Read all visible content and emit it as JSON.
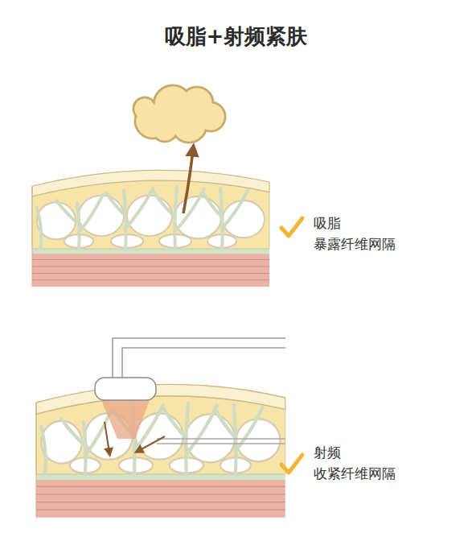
{
  "diagram": {
    "title": "吸脂+射频紧肤",
    "labels": [
      "吸脂",
      "暴露纤维网隔",
      "射频",
      "收紧纤维网隔"
    ]
  }
}
